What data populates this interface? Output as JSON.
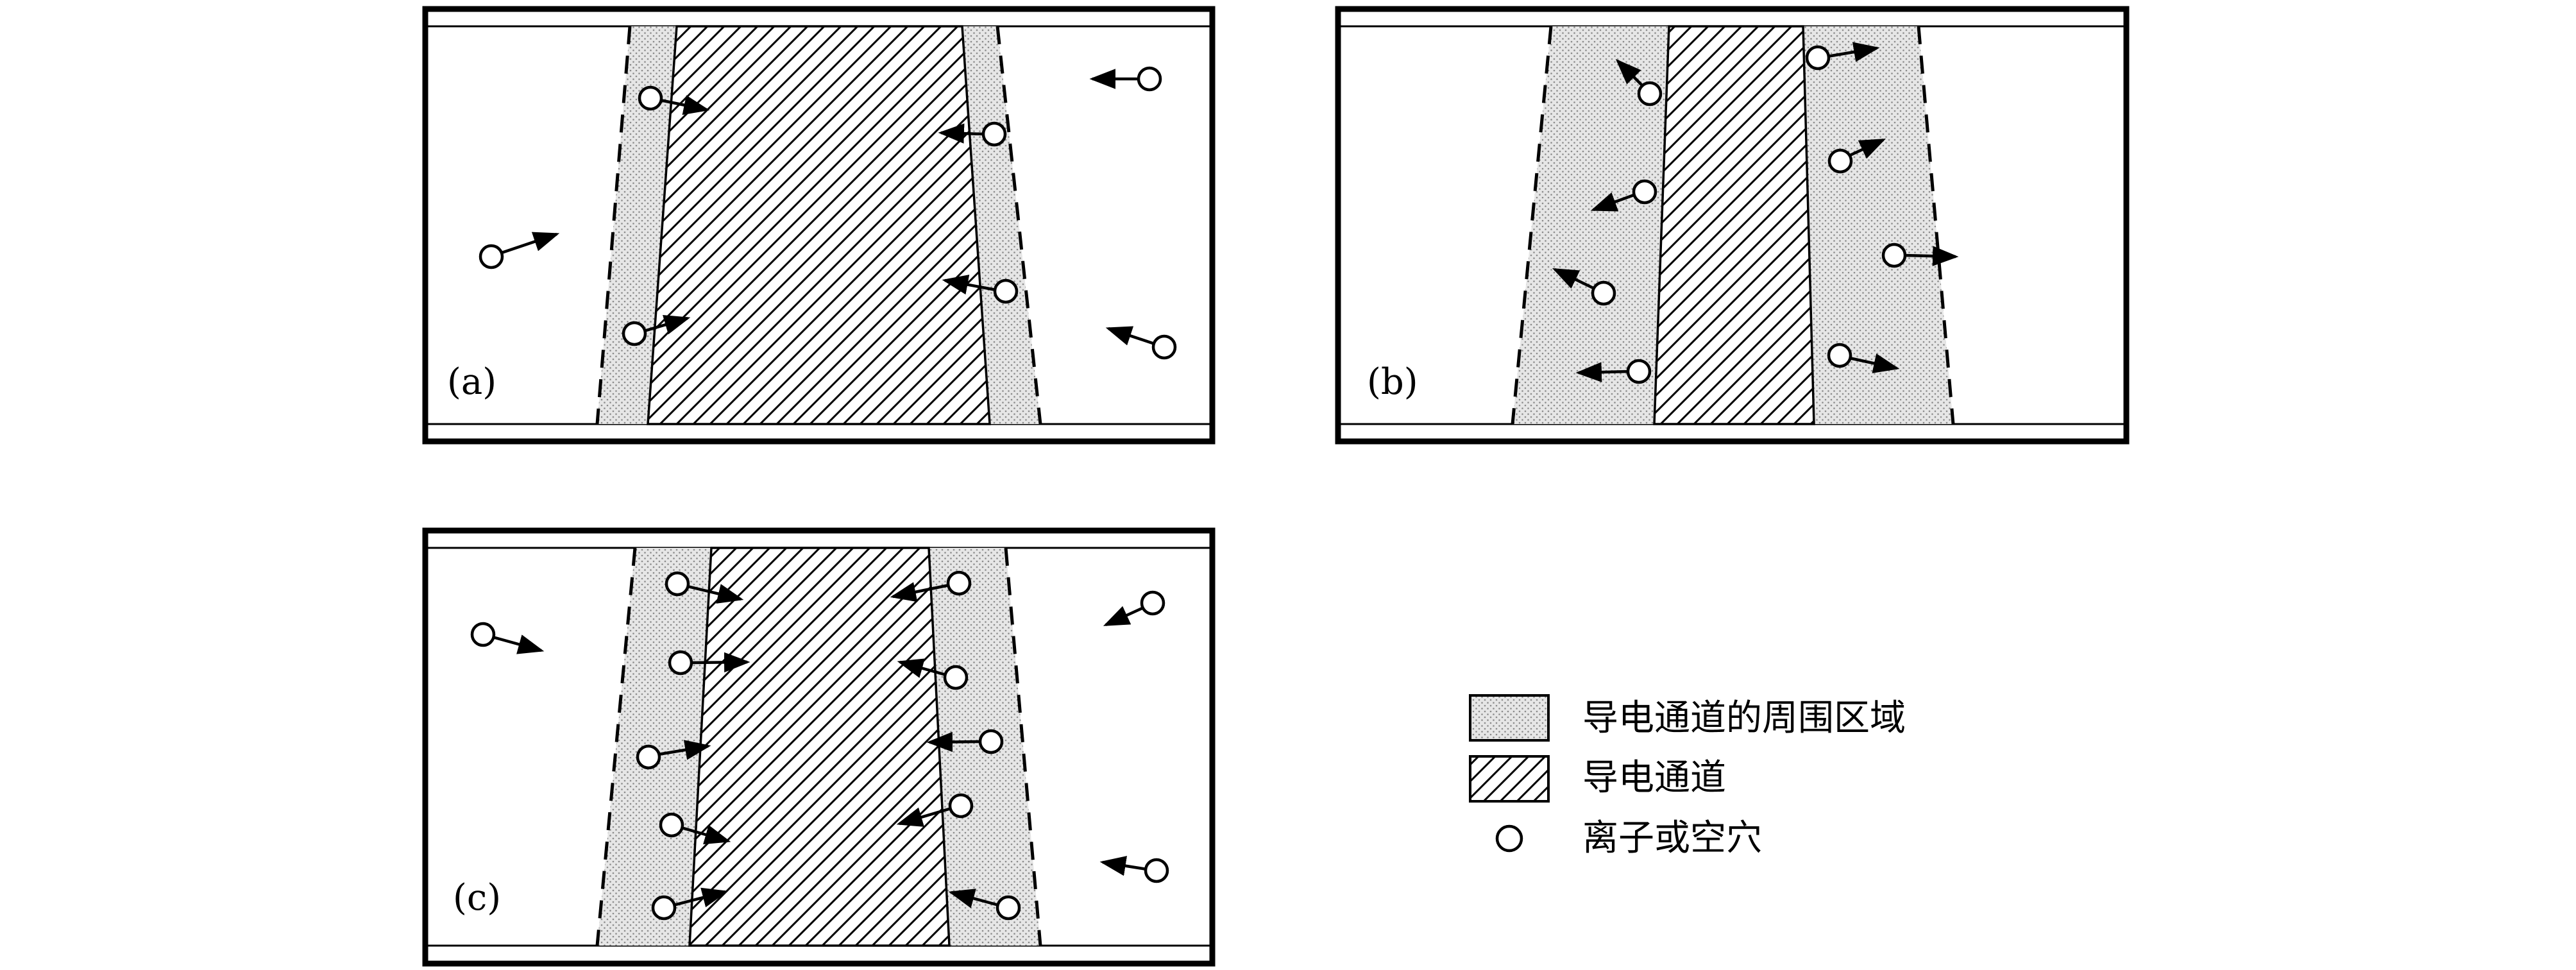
{
  "panels": [
    {
      "id": "a",
      "label": "(a)"
    },
    {
      "id": "b",
      "label": "(b)"
    },
    {
      "id": "c",
      "label": "(c)"
    }
  ],
  "legend": {
    "items": [
      {
        "symbol": "surrounding-region-swatch",
        "label": "导电通道的周围区域"
      },
      {
        "symbol": "conductive-channel-swatch",
        "label": "导电通道"
      },
      {
        "symbol": "ion-or-vacancy-icon",
        "label": "离子或空穴"
      }
    ]
  },
  "styles": {
    "line_color": "#000000",
    "fill_surround": "#d9d9d9",
    "background": "#ffffff"
  }
}
